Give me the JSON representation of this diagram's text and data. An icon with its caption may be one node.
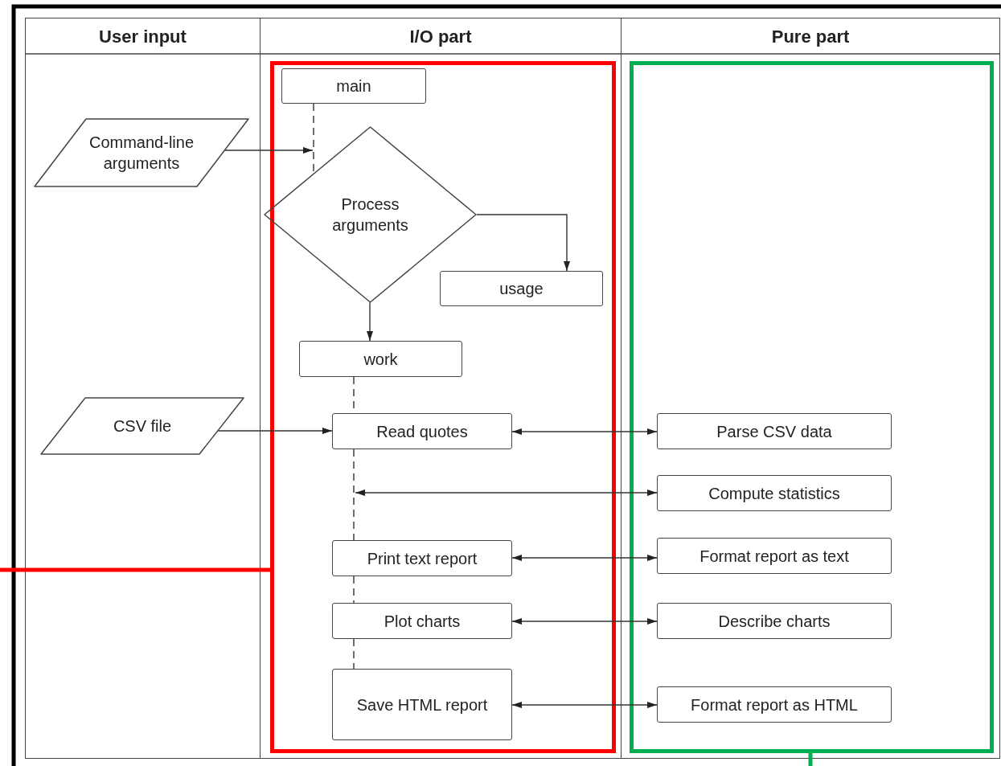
{
  "diagram": {
    "nodes": [
      {
        "text": [
          "User input"
        ]
      },
      {
        "text": [
          "I/O part"
        ]
      },
      {
        "text": [
          "Pure part"
        ]
      },
      {
        "text": [],
        "shape": "box",
        "in": 1
      },
      {
        "text": [],
        "shape": "box",
        "in": 2
      },
      {
        "text": [
          "Command-line arguments"
        ],
        "in": 0
      },
      {
        "text": [
          "CSV file"
        ],
        "in": 0
      },
      {
        "text": [
          "main"
        ],
        "in": 3
      },
      {
        "text": [
          "Process arguments"
        ],
        "in": 3
      },
      {
        "text": [
          "usage"
        ],
        "in": 3
      },
      {
        "text": [
          "work"
        ],
        "in": 3
      },
      {
        "text": [
          "Read quotes"
        ],
        "in": 3
      },
      {
        "text": [
          "Print text report"
        ],
        "in": 3
      },
      {
        "text": [
          "Plot charts"
        ],
        "in": 3
      },
      {
        "text": [
          "Save HTML report"
        ],
        "in": 3
      },
      {
        "text": [
          "Parse CSV data"
        ],
        "in": 4
      },
      {
        "text": [
          "Compute statistics"
        ],
        "in": 4
      },
      {
        "text": [
          "Format report as text"
        ],
        "in": 4
      },
      {
        "text": [
          "Describe charts"
        ],
        "in": 4
      },
      {
        "text": [
          "Format report as HTML"
        ],
        "in": 4
      }
    ],
    "edges": [
      {
        "from": 7,
        "to": 8,
        "arrow": "none",
        "style": "dashed"
      },
      {
        "from": 5,
        "to": 8,
        "arrow": "to"
      },
      {
        "from": 8,
        "to": 9,
        "arrow": "to"
      },
      {
        "from": 8,
        "to": 10,
        "arrow": "to"
      },
      {
        "from": 10,
        "to": 11,
        "arrow": "none",
        "style": "dashed"
      },
      {
        "from": 6,
        "to": 11,
        "arrow": "to"
      },
      {
        "from": 11,
        "to": 15,
        "arrow": "both"
      },
      {
        "from": null,
        "to": 16,
        "arrow": "both"
      },
      {
        "from": 11,
        "to": 12,
        "arrow": "none",
        "style": "dashed"
      },
      {
        "from": 12,
        "to": 17,
        "arrow": "both"
      },
      {
        "from": 12,
        "to": 13,
        "arrow": "none",
        "style": "dashed"
      },
      {
        "from": 13,
        "to": 18,
        "arrow": "both"
      },
      {
        "from": 13,
        "to": 14,
        "arrow": "none",
        "style": "dashed"
      },
      {
        "from": 14,
        "to": 19,
        "arrow": "both"
      },
      {
        "from": 3,
        "to": null,
        "arrow": "none",
        "style": "thick",
        "color": "#ff0000"
      },
      {
        "from": 4,
        "to": null,
        "arrow": "none",
        "style": "thick",
        "color": "#00b050"
      }
    ]
  }
}
